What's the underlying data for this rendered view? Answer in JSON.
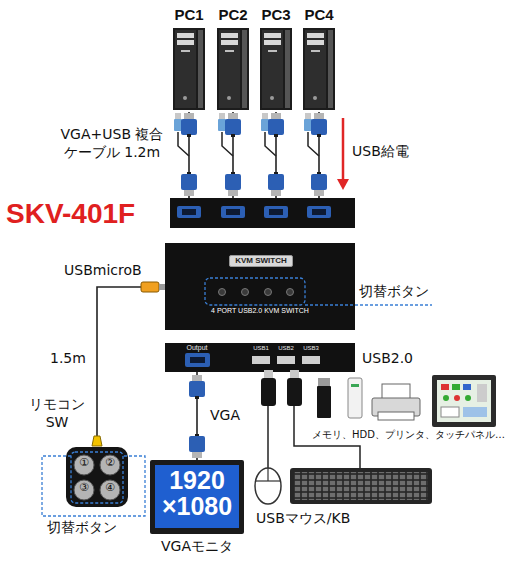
{
  "diagram": {
    "nodes": [
      {
        "text": [
          "PC1"
        ]
      },
      {
        "text": [
          "PC2"
        ]
      },
      {
        "text": [
          "PC3"
        ]
      },
      {
        "text": [
          "PC4"
        ]
      },
      {
        "text": [
          "SKV-401F"
        ]
      },
      {
        "text": [
          "KVM SWITCH",
          "4 PORT USB2.0 KVM SWITCH"
        ]
      },
      {
        "text": [
          "Output",
          "USB1",
          "USB2",
          "USB3"
        ]
      },
      {
        "text": [
          "1920 ×1080",
          "VGAモニタ"
        ]
      },
      {
        "text": [
          "①",
          "②",
          "③",
          "④"
        ]
      }
    ],
    "edges": [
      {
        "from": 0,
        "to": 4,
        "arrow": "none"
      },
      {
        "from": 1,
        "to": 4,
        "arrow": "none"
      },
      {
        "from": 2,
        "to": 4,
        "arrow": "none"
      },
      {
        "from": 3,
        "to": 4,
        "arrow": "none"
      },
      {
        "from": 8,
        "to": 5,
        "arrow": "none"
      },
      {
        "from": 6,
        "to": 7,
        "label": "VGA",
        "arrow": "none"
      }
    ],
    "labels": [
      "VGA+USB 複合ケーブル 1.2m",
      "USB給電",
      "切替ボタン",
      "USB2.0",
      "USBmicroB",
      "1.5m",
      "リモコン SW",
      "切替ボタン",
      "メモリ、HDD、プリンタ、タッチパネル…",
      "USBマウス/KB"
    ]
  }
}
